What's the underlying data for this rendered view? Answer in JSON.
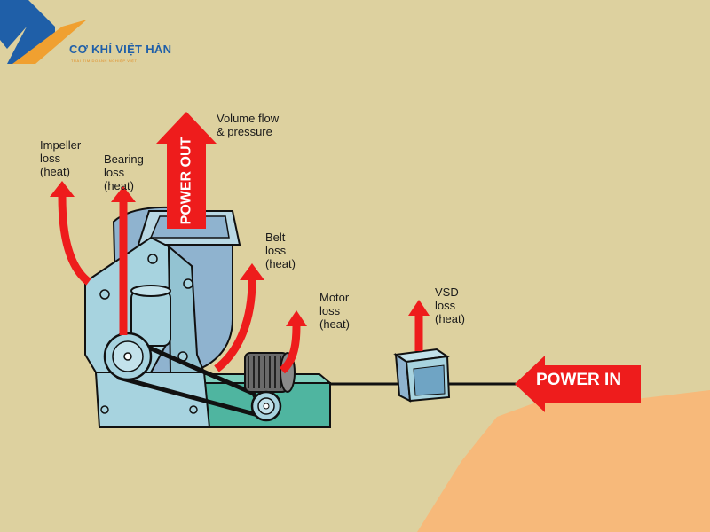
{
  "logo": {
    "name": "CƠ KHÍ VIỆT HÀN",
    "tagline": "TRÁI TIM DOANH NGHIỆP VIỆT",
    "colors": {
      "blue": "#1f5fa8",
      "orange": "#f0a030"
    }
  },
  "arrows": {
    "power_out": "POWER OUT",
    "power_in": "POWER IN",
    "color": "#ee1c1c"
  },
  "labels": {
    "volume_flow": "Volume flow\n& pressure",
    "impeller_loss": "Impeller\nloss\n(heat)",
    "bearing_loss": "Bearing\nloss\n(heat)",
    "belt_loss": "Belt\nloss\n(heat)",
    "motor_loss": "Motor\nloss\n(heat)",
    "vsd_loss": "VSD\nloss\n(heat)"
  },
  "colors": {
    "background": "#ddd19f",
    "machine": "#a7d3df",
    "housing": "#8fb3cf",
    "base": "#4fb5a0",
    "corner_patch": "#f7b97a"
  }
}
